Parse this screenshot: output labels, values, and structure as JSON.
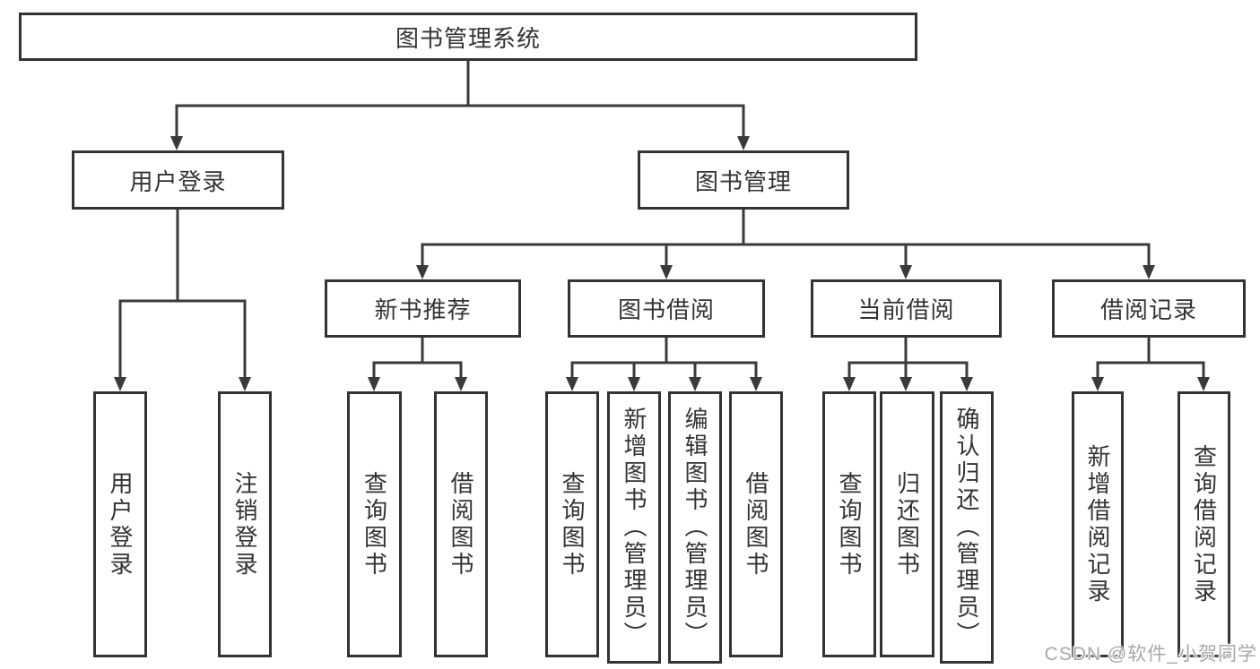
{
  "diagram": {
    "root": {
      "label": "图书管理系统"
    },
    "level2": [
      {
        "label": "用户登录"
      },
      {
        "label": "图书管理"
      }
    ],
    "level3": [
      {
        "label": "新书推荐"
      },
      {
        "label": "图书借阅"
      },
      {
        "label": "当前借阅"
      },
      {
        "label": "借阅记录"
      }
    ],
    "leaves": {
      "user_login": [
        {
          "label": "用户登录"
        },
        {
          "label": "注销登录"
        }
      ],
      "new_book": [
        {
          "label": "查询图书"
        },
        {
          "label": "借阅图书"
        }
      ],
      "book_borrow": [
        {
          "label": "查询图书"
        },
        {
          "label": "新增图书（管理员）"
        },
        {
          "label": "编辑图书（管理员）"
        },
        {
          "label": "借阅图书"
        }
      ],
      "current_borrow": [
        {
          "label": "查询图书"
        },
        {
          "label": "归还图书"
        },
        {
          "label": "确认归还（管理员）"
        }
      ],
      "borrow_records": [
        {
          "label": "新增借阅记录"
        },
        {
          "label": "查询借阅记录"
        }
      ]
    }
  },
  "watermark": "CSDN @软件_小贺同学",
  "colors": {
    "line": "#3a3a3a",
    "box_border": "#333333",
    "text": "#333333",
    "background": "#ffffff",
    "watermark": "#a8a8a8"
  }
}
